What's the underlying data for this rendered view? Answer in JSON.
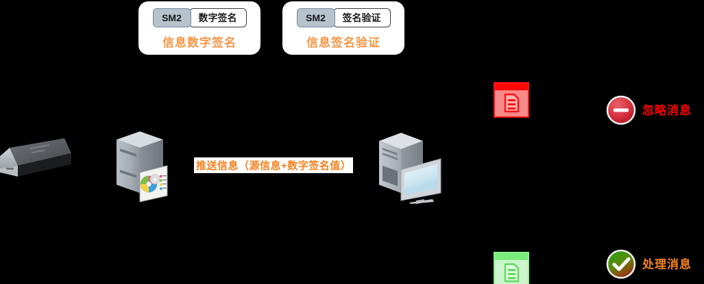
{
  "cards": [
    {
      "id": "sign",
      "algorithm": "SM2",
      "operation": "数字签名",
      "caption": "信息数字签名"
    },
    {
      "id": "verify",
      "algorithm": "SM2",
      "operation": "签名验证",
      "caption": "信息签名验证"
    }
  ],
  "flow": {
    "push_label": "推送信息（源信息+数字签名值）"
  },
  "statuses": [
    {
      "id": "ignore",
      "label": "忽略消息",
      "color": "#ff0000",
      "icon": "minus-circle-icon",
      "doc_icon": "document-red-icon"
    },
    {
      "id": "process",
      "label": "处理消息",
      "color": "#f58220",
      "icon": "check-circle-icon",
      "doc_icon": "document-green-icon"
    }
  ],
  "devices": [
    {
      "id": "appliance",
      "name": "rack-appliance-icon"
    },
    {
      "id": "sign-server",
      "name": "tower-server-with-software-icon"
    },
    {
      "id": "verify-client",
      "name": "desktop-computer-icon"
    }
  ],
  "colors": {
    "background": "#000000",
    "card_bg": "#ffffff",
    "caption_orange": "#f79646",
    "flow_orange": "#f58220",
    "pill_fill": "#b6c2cc",
    "pill_border": "#6f8aa3",
    "ignore_red": "#ff0000",
    "doc_red": "#ff1616",
    "doc_green": "#8cf08c"
  }
}
